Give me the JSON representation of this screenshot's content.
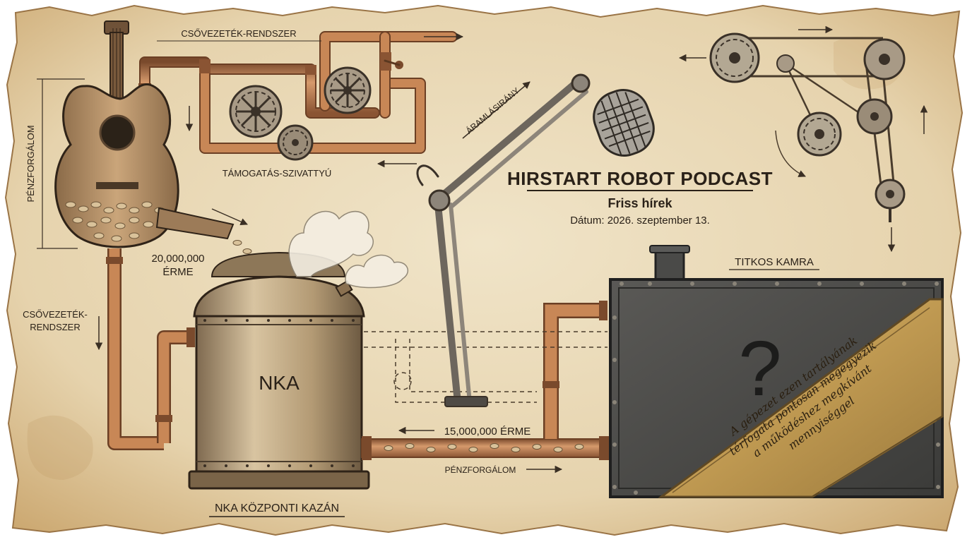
{
  "header": {
    "title": "HIRSTART ROBOT PODCAST",
    "subtitle": "Friss hírek",
    "date": "Dátum: 2026. szeptember 13."
  },
  "labels": {
    "pipe_system_top": "CSŐVEZETÉK-RENDSZER",
    "money_flow_left": "PÉNZFORGÁLOM",
    "support_pump": "TÁMOGATÁS-SZIVATTYÚ",
    "flow_direction": "ÁRAMLÁSIRÁNY",
    "coins_in_line1": "20,000,000",
    "coins_in_line2": "ÉRME",
    "pipe_system_left_line1": "CSŐVEZETÉK-",
    "pipe_system_left_line2": "RENDSZER",
    "boiler_name": "NKA",
    "boiler_caption": "NKA KÖZPONTI KAZÁN",
    "coins_out": "15,000,000 ÉRME",
    "money_flow_bottom": "PÉNZFORGÁLOM",
    "secret_chamber": "TITKOS KAMRA",
    "question_mark": "?"
  },
  "plaque": {
    "line1": "A gépezet ezen tartályának",
    "line2": "térfogata pontosan megegyezik",
    "line3": "a működéshez megkívánt",
    "line4": "mennyiséggel"
  },
  "colors": {
    "paper": "#eadcbf",
    "paper_edge": "#b58d55",
    "ink": "#2a2118",
    "copper": "#b8754a",
    "copper_dark": "#7a4a2c",
    "brass": "#c9a55c",
    "steel": "#4a4a48",
    "tank": "#4b4b49"
  }
}
